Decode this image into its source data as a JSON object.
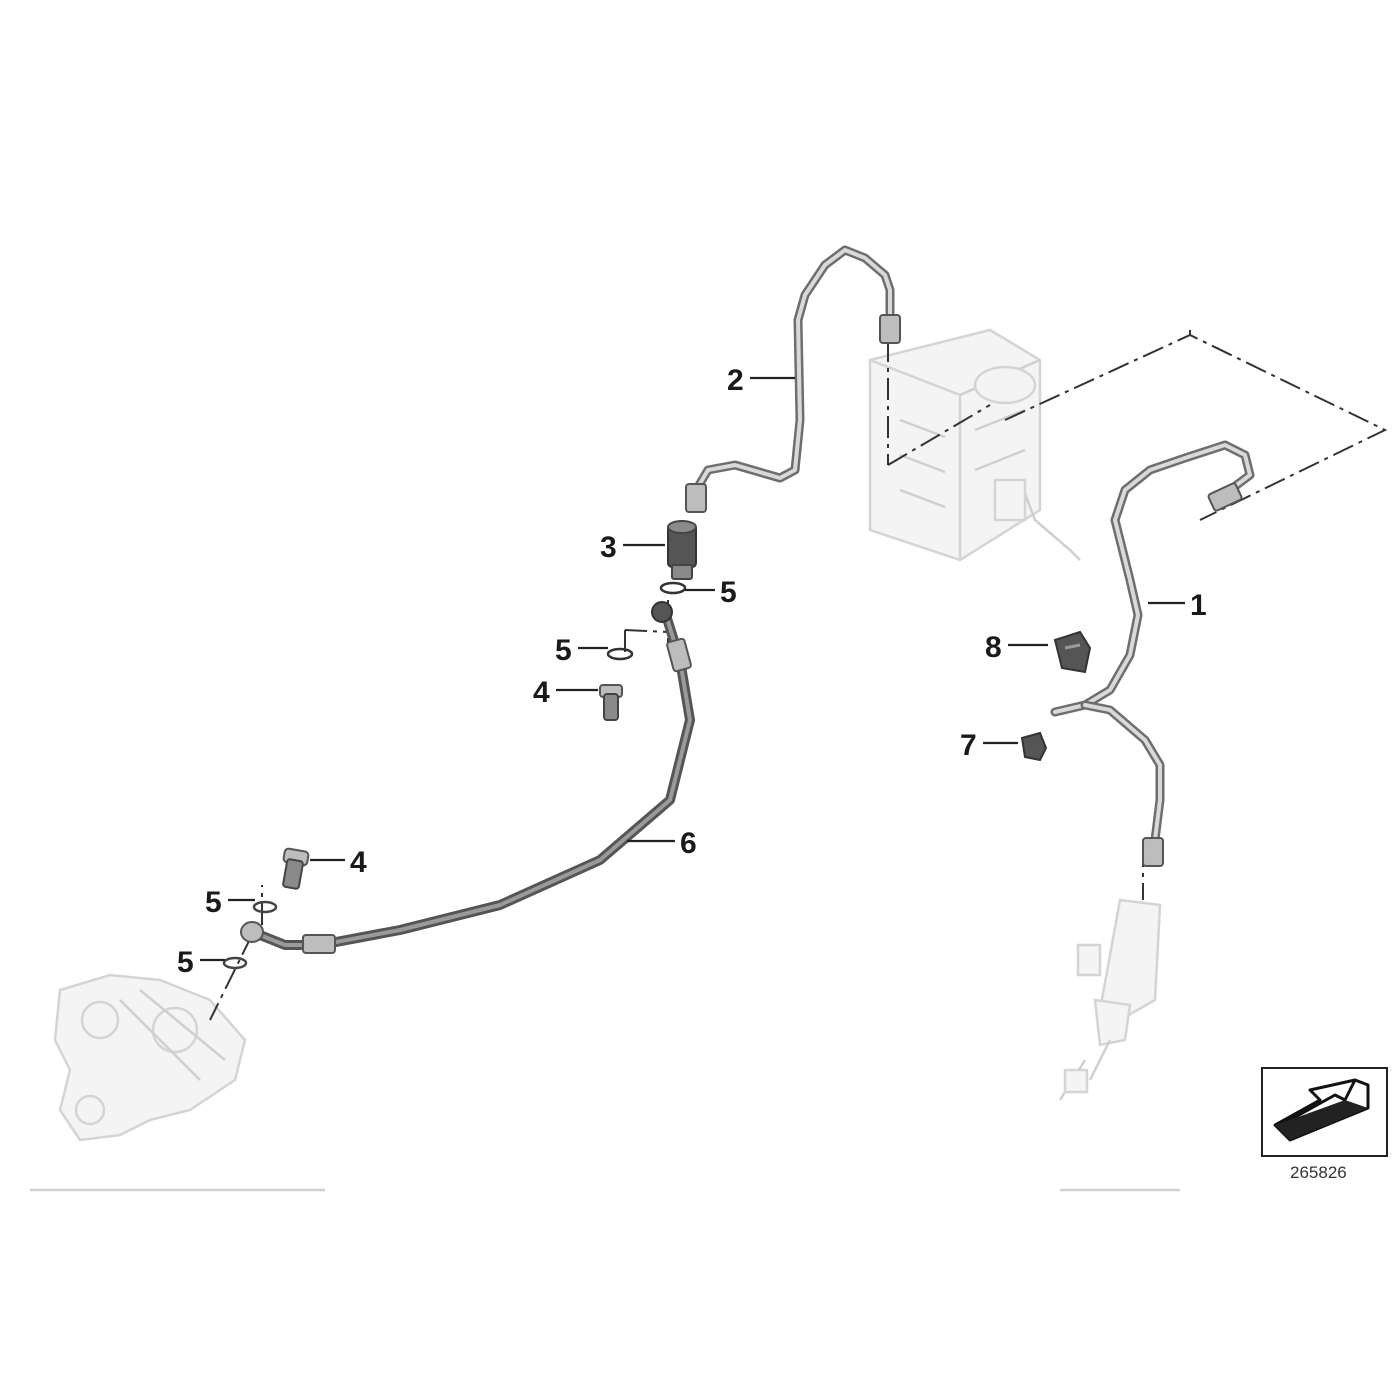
{
  "callouts": {
    "c1": "1",
    "c2": "2",
    "c3": "3",
    "c4a": "4",
    "c4b": "4",
    "c5a": "5",
    "c5b": "5",
    "c5c": "5",
    "c5d": "5",
    "c6": "6",
    "c7": "7",
    "c8": "8"
  },
  "diagram_id": "265826",
  "icons": {
    "orientation": "orientation-arrow-icon"
  },
  "colors": {
    "pipe": "#6e6e6e",
    "ghost_parts": "#d4d4d4",
    "text": "#1a1a1a"
  }
}
